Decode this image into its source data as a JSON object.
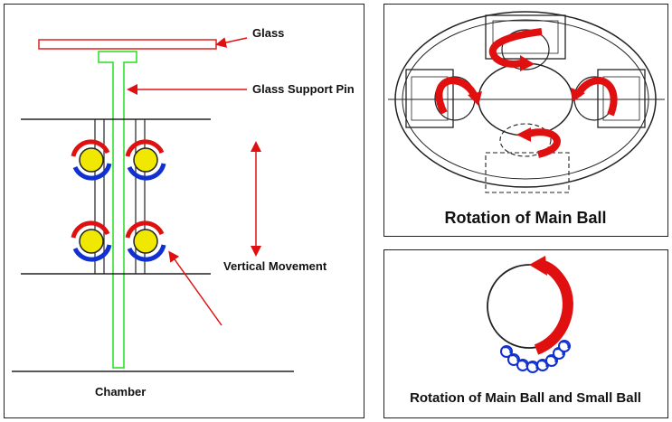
{
  "left_panel": {
    "labels": {
      "glass": "Glass",
      "glass_support_pin": "Glass Support Pin",
      "vertical_movement": "Vertical Movement",
      "chamber": "Chamber"
    }
  },
  "top_right_panel": {
    "caption": "Rotation of Main Ball"
  },
  "bottom_right_panel": {
    "caption": "Rotation of Main Ball and Small Ball"
  },
  "colors": {
    "arrow_red": "#e01010",
    "arrow_blue": "#1030d0",
    "pin_green": "#22dd22",
    "glass_red": "#e02020",
    "ball_yellow": "#f0e800",
    "line_dark": "#222222"
  }
}
